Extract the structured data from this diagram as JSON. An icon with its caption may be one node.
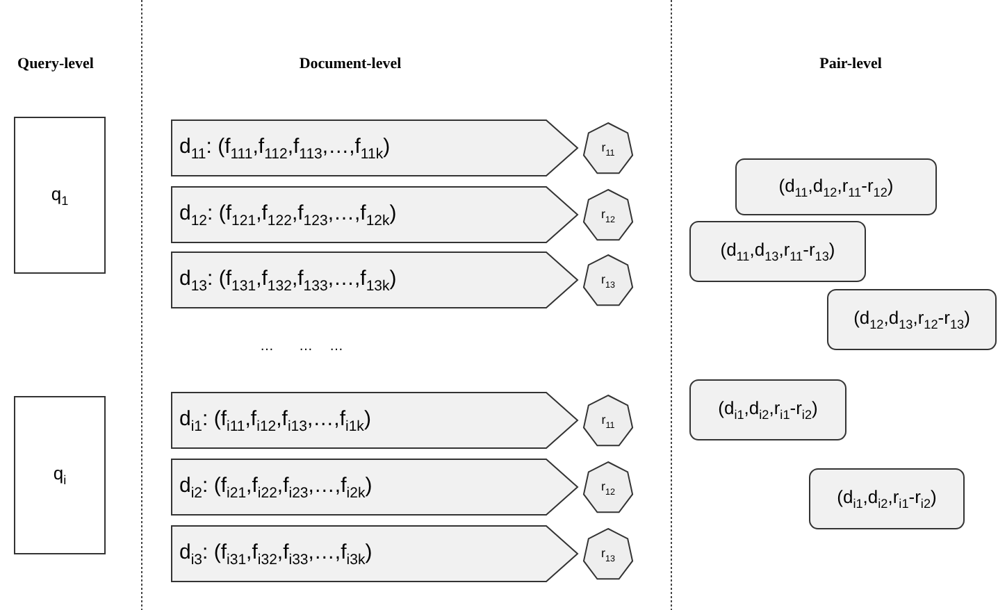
{
  "diagram": {
    "nodes": [
      {
        "text": [
          "q$_{1}$"
        ]
      },
      {
        "text": [
          "d$_{11}$: (f$_{111}$,f$_{112}$,f$_{113}$,…,f$_{11k}$)"
        ]
      },
      {
        "text": [
          "r$_{11}$"
        ]
      },
      {
        "text": [
          "d$_{12}$: (f$_{121}$,f$_{122}$,f$_{123}$,…,f$_{12k}$)"
        ]
      },
      {
        "text": [
          "r$_{12}$"
        ]
      },
      {
        "text": [
          "d$_{13}$: (f$_{131}$,f$_{132}$,f$_{133}$,…,f$_{13k}$)"
        ]
      },
      {
        "text": [
          "r$_{13}$"
        ]
      },
      {
        "text": [
          "q$_{i}$"
        ]
      },
      {
        "text": [
          "d$_{i1}$: (f$_{i11}$,f$_{i12}$,f$_{i13}$,…,f$_{i1k}$)"
        ]
      },
      {
        "text": [
          "r$_{11}$"
        ]
      },
      {
        "text": [
          "d$_{i2}$: (f$_{i21}$,f$_{i22}$,f$_{i23}$,…,f$_{i2k}$)"
        ]
      },
      {
        "text": [
          "r$_{12}$"
        ]
      },
      {
        "text": [
          "d$_{i3}$: (f$_{i31}$,f$_{i32}$,f$_{i33}$,…,f$_{i3k}$)"
        ]
      },
      {
        "text": [
          "r$_{13}$"
        ]
      },
      {
        "text": [
          "(d$_{11}$,d$_{12}$,r$_{11}$-r$_{12}$)"
        ]
      },
      {
        "text": [
          "(d$_{11}$,d$_{13}$,r$_{11}$-r$_{13}$)"
        ]
      },
      {
        "text": [
          "(d$_{12}$,d$_{13}$,r$_{12}$-r$_{13}$)"
        ]
      },
      {
        "text": [
          "(d$_{i1}$,d$_{i2}$,r$_{i1}$-r$_{i2}$)"
        ]
      },
      {
        "text": [
          "(d$_{i1}$,d$_{i2}$,r$_{i1}$-r$_{i2}$)"
        ]
      }
    ],
    "labels": [
      "Query-level",
      "Document-level",
      "Pair-level",
      "…",
      "…",
      "…"
    ]
  }
}
